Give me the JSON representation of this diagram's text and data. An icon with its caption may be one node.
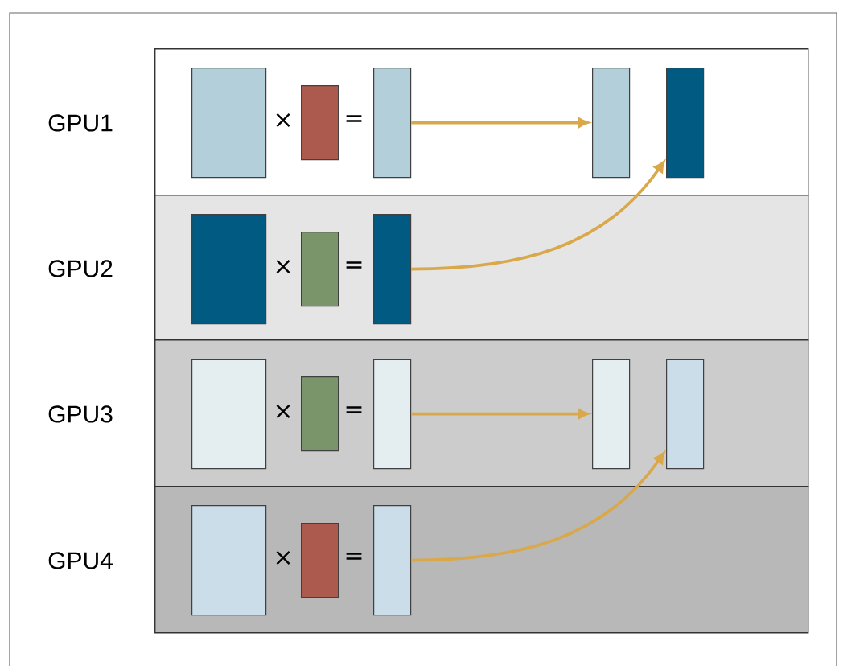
{
  "diagram": {
    "nodes": [
      {
        "text": [
          "GPU1"
        ]
      },
      {
        "text": [],
        "shape": "box",
        "in": 0
      },
      {
        "text": [],
        "shape": "box",
        "in": 0
      },
      {
        "text": [],
        "shape": "box",
        "in": 0
      },
      {
        "text": [],
        "shape": "box",
        "in": 0
      },
      {
        "text": [],
        "shape": "box",
        "in": 0
      },
      {
        "text": [
          "GPU2"
        ]
      },
      {
        "text": [],
        "shape": "box",
        "in": 6
      },
      {
        "text": [],
        "shape": "box",
        "in": 6
      },
      {
        "text": [],
        "shape": "box",
        "in": 6
      },
      {
        "text": [
          "GPU3"
        ]
      },
      {
        "text": [],
        "shape": "box",
        "in": 10
      },
      {
        "text": [],
        "shape": "box",
        "in": 10
      },
      {
        "text": [],
        "shape": "box",
        "in": 10
      },
      {
        "text": [],
        "shape": "box",
        "in": 10
      },
      {
        "text": [],
        "shape": "box",
        "in": 10
      },
      {
        "text": [
          "GPU4"
        ]
      },
      {
        "text": [],
        "shape": "box",
        "in": 16
      },
      {
        "text": [],
        "shape": "box",
        "in": 16
      },
      {
        "text": [],
        "shape": "box",
        "in": 16
      }
    ],
    "edges": [
      {
        "from": 3,
        "to": 4,
        "arrow": "to"
      },
      {
        "from": 9,
        "to": 5,
        "arrow": "to"
      },
      {
        "from": 13,
        "to": 14,
        "arrow": "to"
      },
      {
        "from": 19,
        "to": 15,
        "arrow": "to"
      }
    ],
    "labels": [
      "×",
      "=",
      "×",
      "=",
      "×",
      "=",
      "×",
      "="
    ]
  }
}
